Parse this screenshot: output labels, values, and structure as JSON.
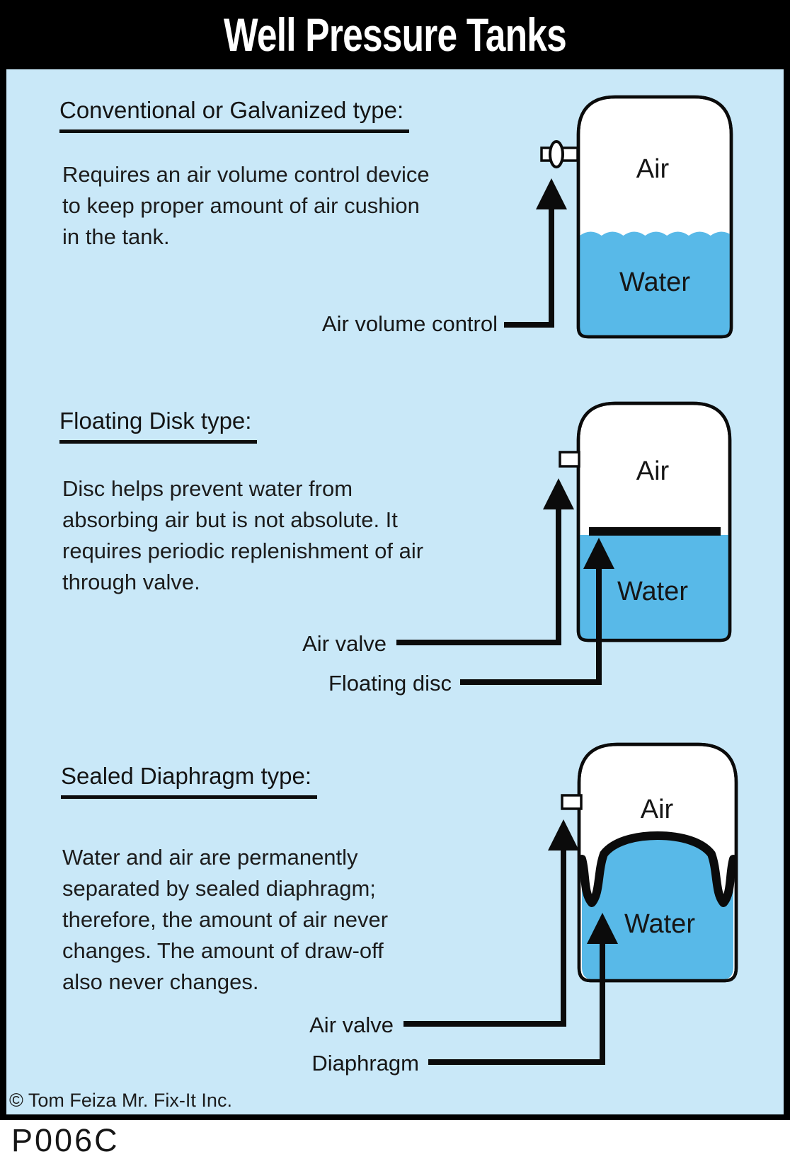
{
  "header": {
    "title": "Well Pressure Tanks"
  },
  "sections": [
    {
      "heading": "Conventional or Galvanized type:",
      "para_lines": [
        "Requires an air volume control device",
        "to keep proper amount of air cushion",
        "in the tank."
      ],
      "tank": {
        "air_label": "Air",
        "water_label": "Water"
      },
      "callouts": [
        {
          "label": "Air volume control"
        }
      ]
    },
    {
      "heading": "Floating Disk type:",
      "para_lines": [
        "Disc helps prevent water from",
        "absorbing air but is not absolute.  It",
        "requires periodic replenishment of air",
        "through valve."
      ],
      "tank": {
        "air_label": "Air",
        "water_label": "Water"
      },
      "callouts": [
        {
          "label": "Air valve"
        },
        {
          "label": "Floating disc"
        }
      ]
    },
    {
      "heading": "Sealed Diaphragm type:",
      "para_lines": [
        "Water and air are permanently",
        "separated by sealed diaphragm;",
        "therefore, the amount of air never",
        "changes.  The amount of draw-off",
        "also never changes."
      ],
      "tank": {
        "air_label": "Air",
        "water_label": "Water"
      },
      "callouts": [
        {
          "label": "Air valve"
        },
        {
          "label": "Diaphragm"
        }
      ]
    }
  ],
  "footer": {
    "copyright": "© Tom Feiza Mr. Fix-It Inc.",
    "code": "P006C"
  },
  "colors": {
    "panel_background": "#c9e8f8",
    "water": "#58b9e8",
    "line": "#000000",
    "header_bg": "#000000",
    "header_text": "#ffffff"
  }
}
